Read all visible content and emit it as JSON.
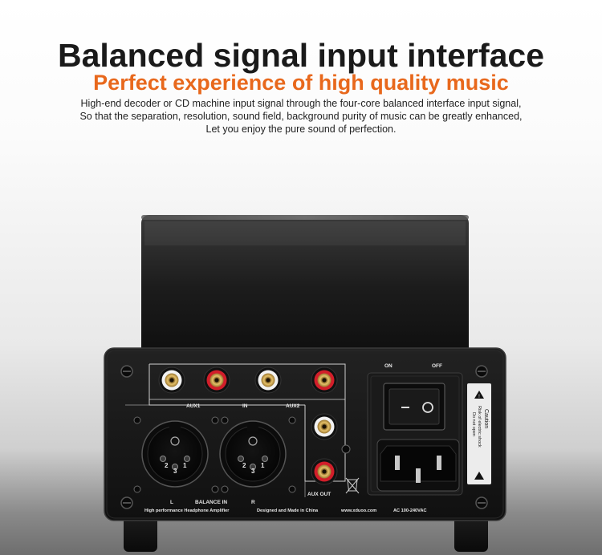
{
  "heading": {
    "title": "Balanced signal input interface",
    "subtitle": "Perfect experience of high quality music",
    "description": [
      "High-end decoder or CD machine input signal through the four-core balanced interface input signal,",
      "So that the separation, resolution, sound field, background purity of music can be greatly enhanced,",
      "Let you enjoy the pure sound of perfection."
    ]
  },
  "panel": {
    "switch_on": "ON",
    "switch_off": "OFF",
    "aux1": "AUX1",
    "in": "IN",
    "aux2": "AUX2",
    "balance_in": "BALANCE IN",
    "left": "L",
    "right": "R",
    "aux_out": "AUX OUT",
    "footer_left": "High performance Headphone Amplifier",
    "footer_mid": "Designed and Made in China",
    "footer_url": "www.xduoo.com",
    "footer_power": "AC 100-240VAC",
    "caution_title": "Caution",
    "caution_line1": "Risk of electric shock",
    "caution_line2": "Do not open",
    "xlr_pins": [
      "2",
      "3",
      "1"
    ]
  },
  "colors": {
    "title": "#1a1a1a",
    "subtitle": "#e8681c",
    "rca_red": "#d21e2a",
    "rca_white": "#f2f2f2",
    "chassis": "#151515"
  }
}
